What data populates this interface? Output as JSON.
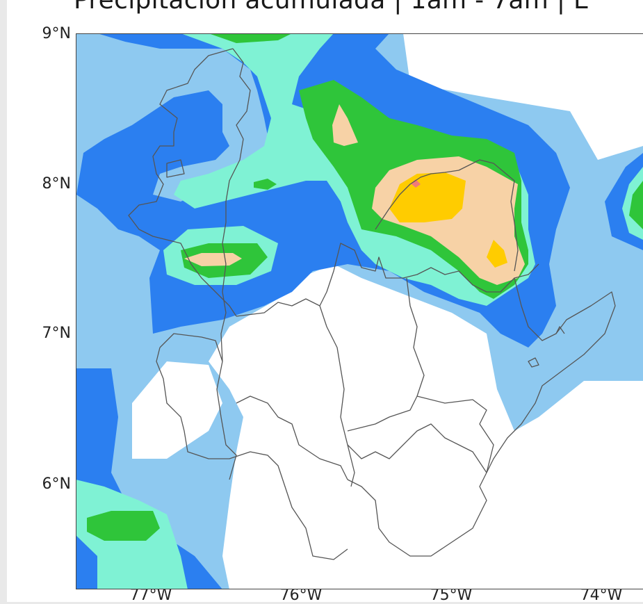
{
  "title": "Precipitación acumulada | 1am - 7am | E",
  "axes": {
    "lat_labels": [
      "9°N",
      "8°N",
      "7°N",
      "6°N"
    ],
    "lon_labels": [
      "77°W",
      "76°W",
      "75°W",
      "74°W"
    ]
  },
  "colors": {
    "c1": "#8ec9f0",
    "c2": "#2b7ff0",
    "c3": "#7ff2d4",
    "c4": "#2fc53a",
    "c5": "#f7d2a6",
    "c6": "#ffcc00",
    "c7": "#f07a7a",
    "boundary": "#555555",
    "background": "#ffffff"
  }
}
